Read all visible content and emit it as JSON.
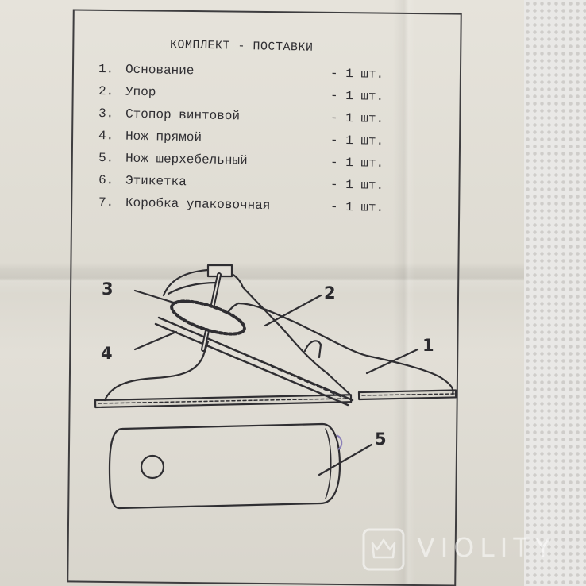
{
  "document": {
    "heading": "КОМПЛЕКТ - ПОСТАВКИ",
    "items": [
      {
        "num": "1.",
        "name": "Основание",
        "qty": "- 1 шт."
      },
      {
        "num": "2.",
        "name": "Упор",
        "qty": "- 1 шт."
      },
      {
        "num": "3.",
        "name": "Стопор винтовой",
        "qty": "- 1 шт."
      },
      {
        "num": "4.",
        "name": "Нож прямой",
        "qty": "- 1 шт."
      },
      {
        "num": "5.",
        "name": "Нож шерхебельный",
        "qty": "- 1 шт."
      },
      {
        "num": "6.",
        "name": "Этикетка",
        "qty": "- 1 шт."
      },
      {
        "num": "7.",
        "name": "Коробка упаковочная",
        "qty": "- 1 шт."
      }
    ]
  },
  "diagram": {
    "callouts": [
      "1",
      "2",
      "3",
      "4",
      "5"
    ]
  },
  "watermark": {
    "text": "VIOLITY"
  },
  "colors": {
    "ink": "#2f2e32",
    "paper": "#e2dfd7",
    "watermark": "#ffffff"
  }
}
